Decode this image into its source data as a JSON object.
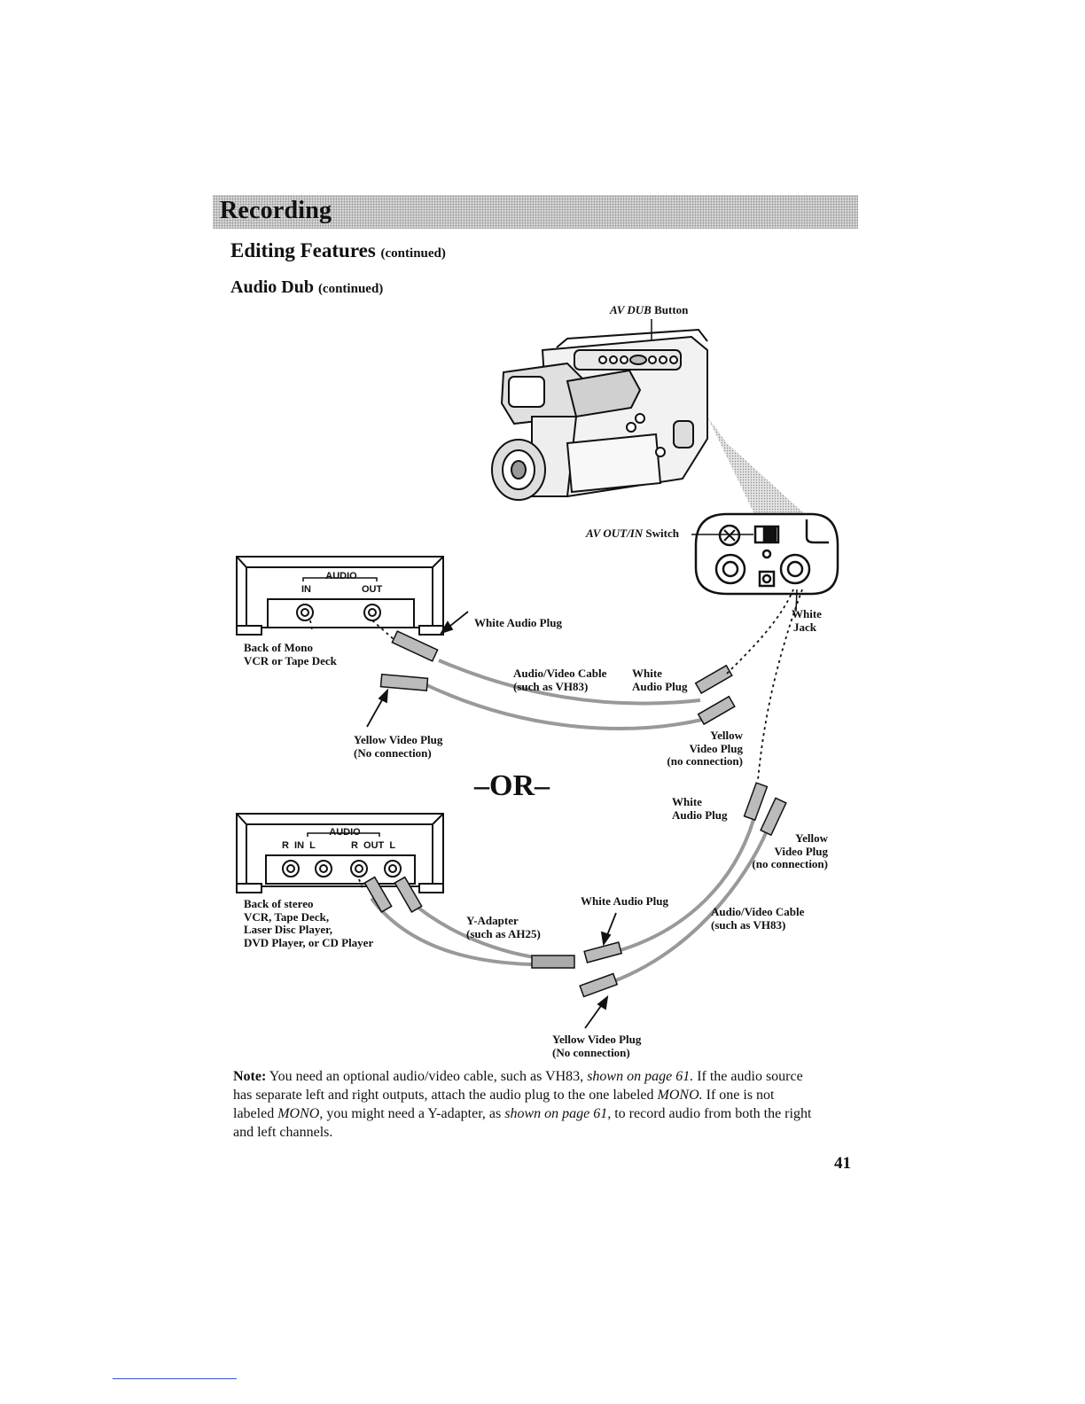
{
  "header": {
    "section": "Recording",
    "title": "Editing Features",
    "title_suffix": "(continued)",
    "subtitle": "Audio Dub",
    "subtitle_suffix": "(continued)"
  },
  "diagram": {
    "av_dub_button_italic": "AV DUB",
    "av_dub_button_rest": " Button",
    "av_switch_italic": "AV OUT/IN",
    "av_switch_rest": " Switch",
    "white_jack": [
      "White",
      "Jack"
    ],
    "mono_device": {
      "panel_audio": "AUDIO",
      "panel_in": "IN",
      "panel_out": "OUT",
      "caption": [
        "Back of Mono",
        "VCR or Tape Deck"
      ]
    },
    "white_audio_plug_top": "White Audio Plug",
    "av_cable_top": [
      "Audio/Video Cable",
      "(such as VH83)"
    ],
    "white_audio_plug_right": [
      "White",
      "Audio Plug"
    ],
    "yellow_video_plug_top_left": [
      "Yellow Video Plug",
      "(No connection)"
    ],
    "yellow_video_plug_top_right": [
      "Yellow",
      "Video Plug",
      "(no connection)"
    ],
    "or_label": "–OR–",
    "white_audio_plug_mid": [
      "White",
      "Audio Plug"
    ],
    "yellow_video_plug_mid": [
      "Yellow",
      "Video Plug",
      "(no connection)"
    ],
    "stereo_device": {
      "panel_audio": "AUDIO",
      "panel_in": "R  IN  L",
      "panel_out": "R  OUT  L",
      "caption": [
        "Back of stereo",
        "VCR, Tape Deck,",
        "Laser Disc Player,",
        "DVD Player, or CD Player"
      ]
    },
    "y_adapter": [
      "Y-Adapter",
      "(such as AH25)"
    ],
    "white_audio_plug_bottom": "White Audio Plug",
    "av_cable_bottom": [
      "Audio/Video Cable",
      "(such as VH83)"
    ],
    "yellow_video_plug_bottom": [
      "Yellow Video Plug",
      "(No connection)"
    ]
  },
  "note": {
    "label": "Note:",
    "t1": " You need an optional audio/video cable, such as VH83, ",
    "i1": "shown on page 61.",
    "t2": " If the audio source has separate left and right outputs, attach the audio plug to the one labeled ",
    "i2": "MONO.",
    "t3": " If one is not labeled ",
    "i3": "MONO",
    "t4": ", you might need a Y-adapter, as ",
    "i4": "shown on page 61,",
    "t5": " to record audio from both the right and left channels."
  },
  "page_number": "41"
}
